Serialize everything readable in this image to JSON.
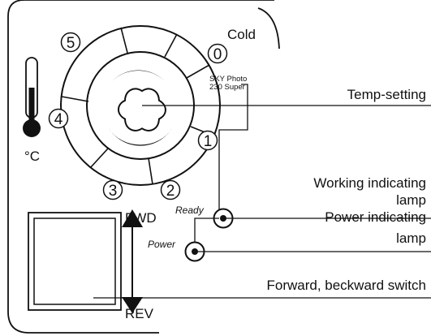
{
  "panel": {
    "cold_label": "Cold",
    "celsius_label": "°C",
    "dial_numbers": [
      "0",
      "1",
      "2",
      "3",
      "4",
      "5"
    ],
    "dial_brand_line1": "SKY Photo",
    "dial_brand_line2": "230 Super"
  },
  "switch": {
    "fwd_label": "FWD",
    "rev_label": "REV"
  },
  "lamps": {
    "ready_label": "Ready",
    "power_label": "Power"
  },
  "callouts": {
    "temp_setting": "Temp-setting",
    "working_lamp_line1": "Working indicating",
    "working_lamp_line2": "lamp",
    "power_lamp_line1": "Power indicating",
    "power_lamp_line2": "lamp",
    "switch_label": "Forward, beckward switch"
  },
  "colors": {
    "stroke": "#111111",
    "background": "#ffffff"
  }
}
